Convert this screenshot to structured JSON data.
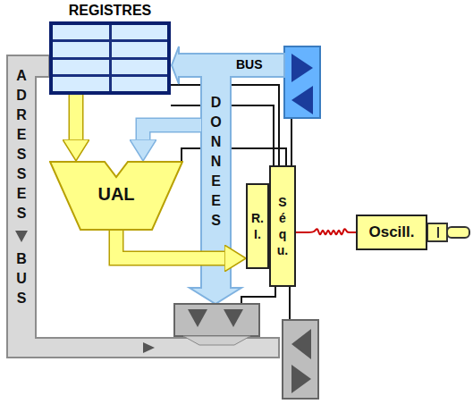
{
  "diagram": {
    "nodes": [
      {
        "text": [
          "REGISTRES"
        ]
      },
      {
        "text": [
          "ADRESSES",
          "BUS"
        ]
      },
      {
        "text": [
          "DONNEES"
        ]
      },
      {
        "text": [
          "UAL"
        ]
      },
      {
        "text": [
          "R.I."
        ]
      },
      {
        "text": [
          "Séqu."
        ]
      },
      {
        "text": [
          "Oscill."
        ]
      }
    ],
    "edges": [
      {
        "from": 0,
        "to": 3,
        "arrow": "to"
      },
      {
        "from": 2,
        "to": 3,
        "arrow": "to"
      },
      {
        "from": 3,
        "to": 4,
        "arrow": "to"
      },
      {
        "from": 6,
        "to": 5,
        "arrow": "none"
      }
    ],
    "labels": [
      "BUS"
    ]
  }
}
